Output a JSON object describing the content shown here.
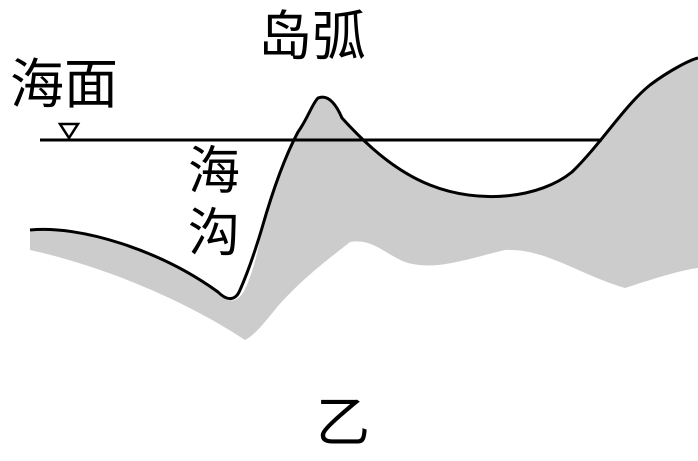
{
  "labels": {
    "sea_level": "海面",
    "island_arc": "岛弧",
    "trench_char_1": "海",
    "trench_char_2": "沟",
    "figure_id": "乙"
  },
  "colors": {
    "crust_fill": "#cccccc",
    "line": "#000000",
    "background": "#ffffff"
  },
  "icons": {
    "sea_level_marker": "inverted-triangle-icon"
  }
}
